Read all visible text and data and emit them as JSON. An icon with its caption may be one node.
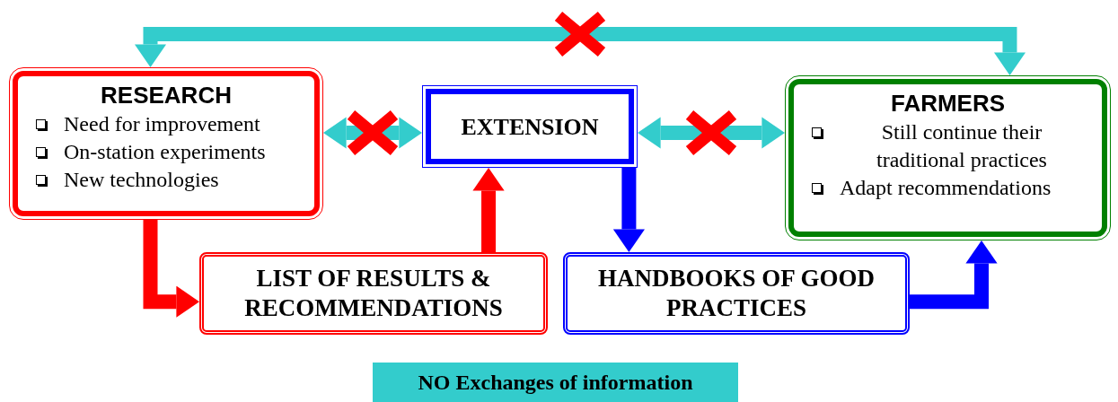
{
  "diagram": {
    "nodes": [
      {
        "text": [
          "RESEARCH",
          "Need for improvement",
          "On-station experiments",
          "New technologies"
        ]
      },
      {
        "text": [
          "EXTENSION"
        ]
      },
      {
        "text": [
          "FARMERS",
          "Still continue their traditional practices",
          "Adapt recommendations"
        ]
      },
      {
        "text": [
          "LIST OF RESULTS & RECOMMENDATIONS"
        ]
      },
      {
        "text": [
          "HANDBOOKS OF GOOD PRACTICES"
        ]
      },
      {
        "text": [
          "NO Exchanges of information"
        ]
      }
    ],
    "edges": [
      {
        "from": 0,
        "to": 2,
        "arrow": "both",
        "color": "#33cccc"
      },
      {
        "from": 0,
        "to": 1,
        "arrow": "both",
        "color": "#33cccc"
      },
      {
        "from": 1,
        "to": 2,
        "arrow": "both",
        "color": "#33cccc"
      },
      {
        "from": 0,
        "to": 3,
        "arrow": "to",
        "color": "#ff0000"
      },
      {
        "from": 3,
        "to": 1,
        "arrow": "to",
        "color": "#ff0000"
      },
      {
        "from": 1,
        "to": 4,
        "arrow": "to",
        "color": "#0000ff"
      },
      {
        "from": 4,
        "to": 2,
        "arrow": "to",
        "color": "#0000ff"
      }
    ]
  }
}
